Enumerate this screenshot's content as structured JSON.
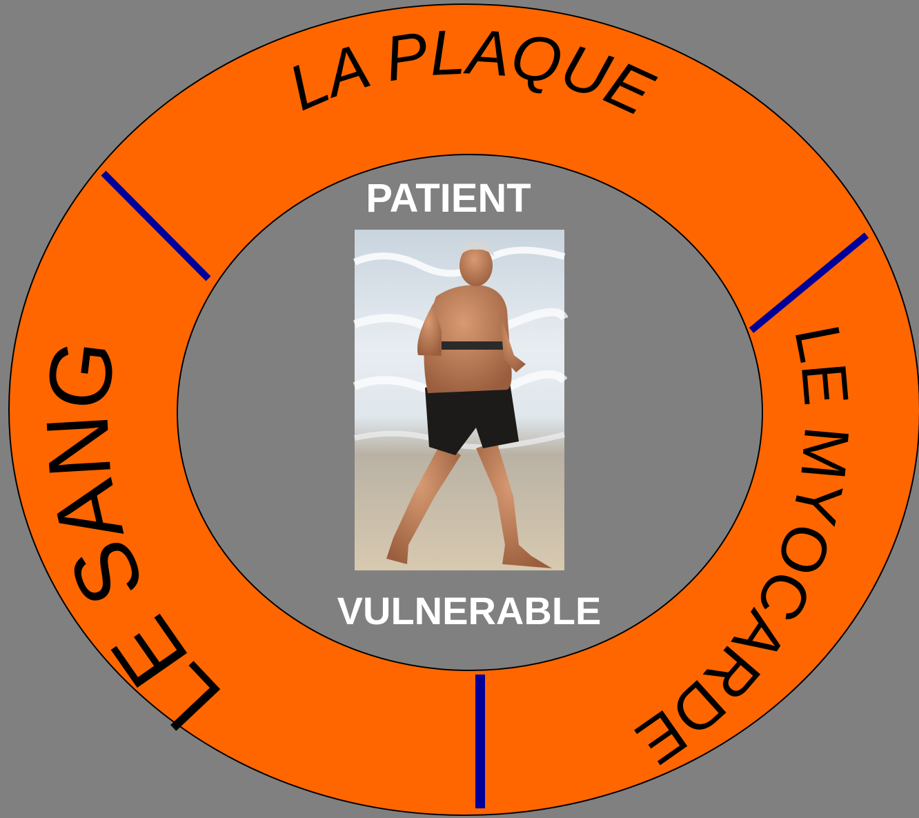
{
  "colors": {
    "background": "#808080",
    "ring": "#ff6600",
    "center": "#808080",
    "divider": "#000099",
    "ring_text": "#000000",
    "center_text": "#ffffff"
  },
  "ring": {
    "top_label": "LA PLAQUE",
    "left_label": "LE SANG",
    "right_label": "LE MYOCARDE"
  },
  "center": {
    "top_label": "PATIENT",
    "bottom_label": "VULNERABLE",
    "photo_subject": "man-jogging-on-beach"
  }
}
